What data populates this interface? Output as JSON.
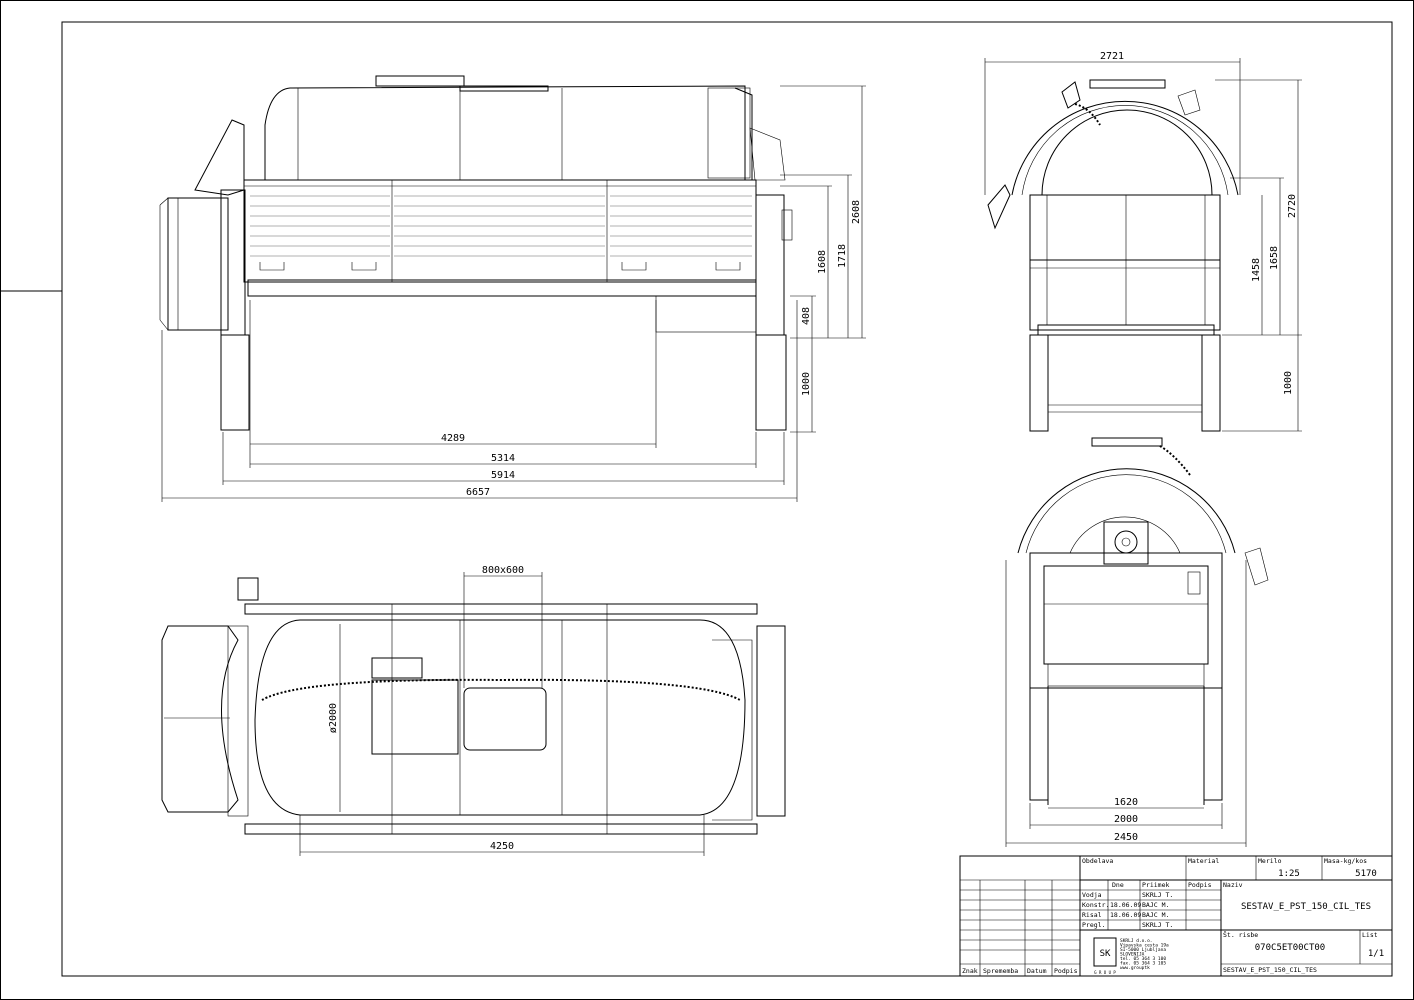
{
  "dimensions": {
    "side": {
      "d4289": "4289",
      "d5314": "5314",
      "d5914": "5914",
      "d6657": "6657",
      "d1608": "1608",
      "d1718": "1718",
      "d2608": "2608",
      "d408": "408",
      "d1000": "1000"
    },
    "front": {
      "d2721": "2721",
      "d2720": "2720",
      "d1458": "1458",
      "d1658": "1658",
      "d1000": "1000"
    },
    "rear": {
      "d1620": "1620",
      "d2000": "2000",
      "d2450": "2450"
    },
    "plan": {
      "opening": "800x600",
      "diameter": "ø2000",
      "d4250": "4250"
    }
  },
  "title_block": {
    "obdelava": "Obdelava",
    "material": "Material",
    "merilo_label": "Merilo",
    "merilo": "1:25",
    "masa_label": "Masa-kg/kos",
    "masa": "5170",
    "dne": "Dne",
    "priimek": "Priimek",
    "podpis": "Podpis",
    "naziv": "Naziv",
    "rows": [
      {
        "role": "Vodja",
        "date": "",
        "name": "SKRLJ T."
      },
      {
        "role": "Konstr.",
        "date": "18.06.09",
        "name": "BAJC M."
      },
      {
        "role": "Risal",
        "date": "18.06.09",
        "name": "BAJC M."
      },
      {
        "role": "Pregl.",
        "date": "",
        "name": "SKRLJ T."
      }
    ],
    "title": "SESTAV_E_PST_150_CIL_TES",
    "st_risbe": "Št. risbe",
    "drawing_number": "070C5ET00CT00",
    "list_label": "List",
    "sheet": "1/1",
    "file_name": "SESTAV_E_PST_150_CIL_TES",
    "rev_cols": [
      "Znak",
      "Sprememba",
      "Datum",
      "Podpis"
    ],
    "company_lines": [
      "SKRLJ d.o.o.",
      "Vipavska cesta 19a",
      "SI-5000 Ljubljana",
      "SLOVENIJA",
      "tel. 05 364 3 100",
      "fax. 05 364 3 105",
      "www.grouptk"
    ],
    "logo_text": "SK",
    "logo_sub": "G R O U P"
  }
}
